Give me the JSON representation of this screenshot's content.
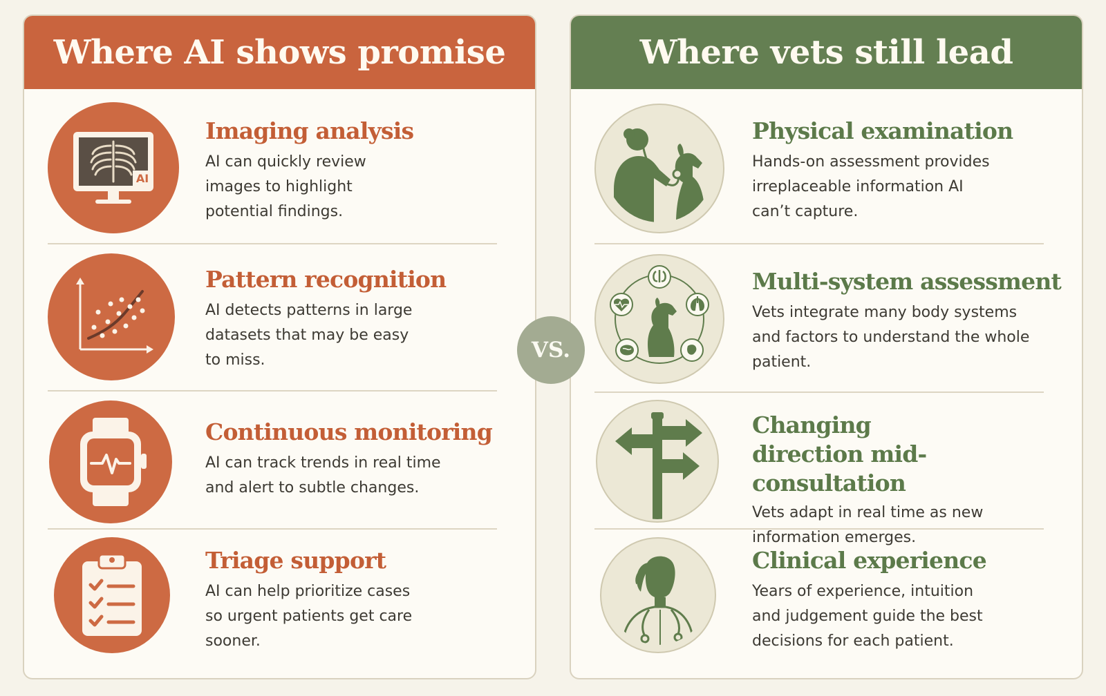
{
  "left_panel": {
    "title": "Where AI shows promise",
    "accent_color": "#c9643e",
    "items": [
      {
        "title": "Imaging analysis",
        "description": "AI can quickly review images to highlight potential findings.",
        "icon": "xray-monitor-icon",
        "icon_label": "AI"
      },
      {
        "title": "Pattern recognition",
        "description": "AI detects patterns in large datasets that may be easy to miss.",
        "icon": "scatter-plot-icon"
      },
      {
        "title": "Continuous monitoring",
        "description": "AI can track trends in real time and alert to subtle changes.",
        "icon": "smartwatch-heartbeat-icon"
      },
      {
        "title": "Triage support",
        "description": "AI can help prioritize cases so urgent patients get care sooner.",
        "icon": "clipboard-checklist-icon"
      }
    ]
  },
  "vs_label": "VS.",
  "right_panel": {
    "title": "Where vets still lead",
    "accent_color": "#647f52",
    "items": [
      {
        "title": "Physical examination",
        "description": "Hands-on assessment provides irreplaceable information AI can’t capture.",
        "icon": "vet-stethoscope-dog-icon"
      },
      {
        "title": "Multi-system assessment",
        "description": "Vets integrate many body systems and factors to understand the whole patient.",
        "icon": "dog-body-systems-icon"
      },
      {
        "title": "Changing direction mid-consultation",
        "description": "Vets adapt in real time as new information emerges.",
        "icon": "signpost-icon"
      },
      {
        "title": "Clinical experience",
        "description": "Years of experience, intuition and judgement guide the best decisions for each patient.",
        "icon": "vet-profile-icon"
      }
    ]
  }
}
